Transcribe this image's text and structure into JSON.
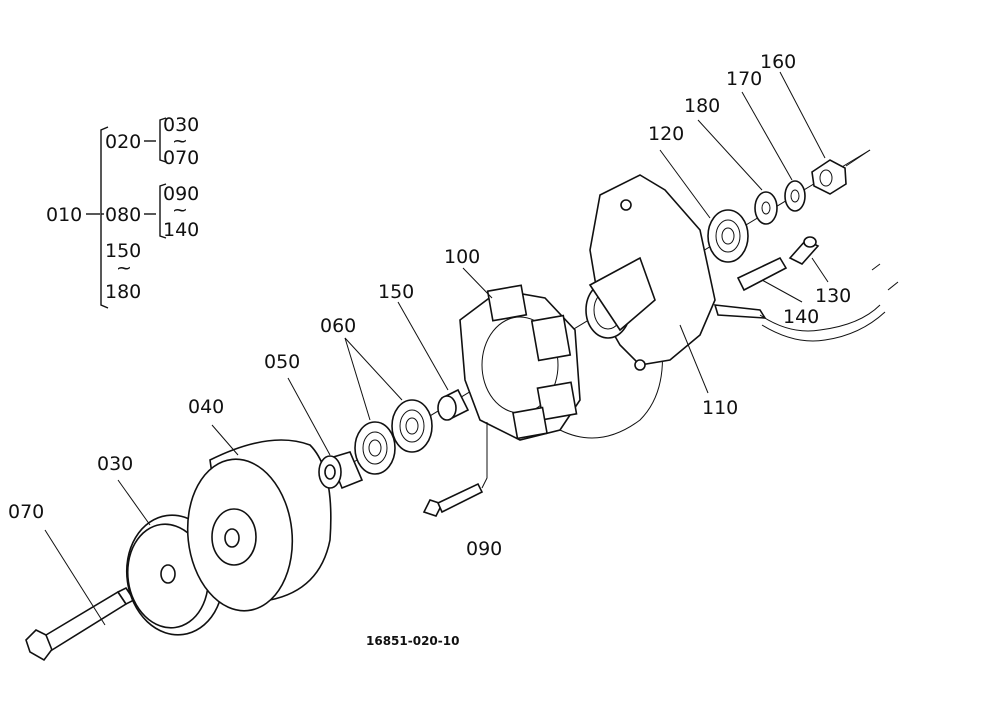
{
  "tree": {
    "root": "010",
    "branches": [
      {
        "code": "020",
        "children_from": "030",
        "tilde": "~",
        "children_to": "070"
      },
      {
        "code": "080",
        "children_from": "090",
        "tilde": "~",
        "children_to": "140"
      }
    ],
    "range": {
      "from": "150",
      "tilde": "~",
      "to": "180"
    }
  },
  "callouts": [
    {
      "id": "070",
      "label": "070"
    },
    {
      "id": "030",
      "label": "030"
    },
    {
      "id": "040",
      "label": "040"
    },
    {
      "id": "050",
      "label": "050"
    },
    {
      "id": "060",
      "label": "060"
    },
    {
      "id": "150",
      "label": "150"
    },
    {
      "id": "100",
      "label": "100"
    },
    {
      "id": "090",
      "label": "090"
    },
    {
      "id": "120",
      "label": "120"
    },
    {
      "id": "180",
      "label": "180"
    },
    {
      "id": "170",
      "label": "170"
    },
    {
      "id": "160",
      "label": "160"
    },
    {
      "id": "130",
      "label": "130"
    },
    {
      "id": "140",
      "label": "140"
    },
    {
      "id": "110",
      "label": "110"
    }
  ],
  "drawing_code": "16851-020-10"
}
